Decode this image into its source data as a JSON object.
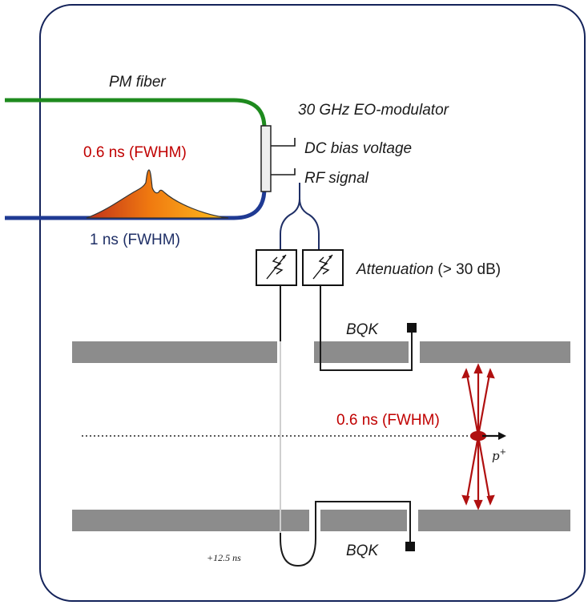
{
  "labels": {
    "pm_fiber": "PM fiber",
    "modulator": "30 GHz EO-modulator",
    "dc_bias": "DC bias voltage",
    "rf_signal": "RF signal",
    "pulse_narrow": "0.6 ns (FWHM)",
    "pulse_wide": "1 ns (FWHM)",
    "attenuation_italic": "Attenuation",
    "attenuation_value": " (> 30 dB)",
    "bqk_top": "BQK",
    "bqk_bottom": "BQK",
    "bunch_width": "0.6 ns (FWHM)",
    "proton_p": "p",
    "proton_plus": "+",
    "delay": "+12.5 ns"
  },
  "colors": {
    "fiber_green": "#1e8a1e",
    "fiber_blue": "#1f3a93",
    "frame_border": "#14235a",
    "beam_red": "#b01010",
    "pipe_gray": "#8c8c8c",
    "cable_dark": "#1a1a1a",
    "cable_light": "#cfcfcf"
  },
  "icons": {
    "attenuator": "variable-attenuator-icon",
    "connector": "square-connector-icon",
    "beam_arrow": "arrow-right-icon"
  }
}
